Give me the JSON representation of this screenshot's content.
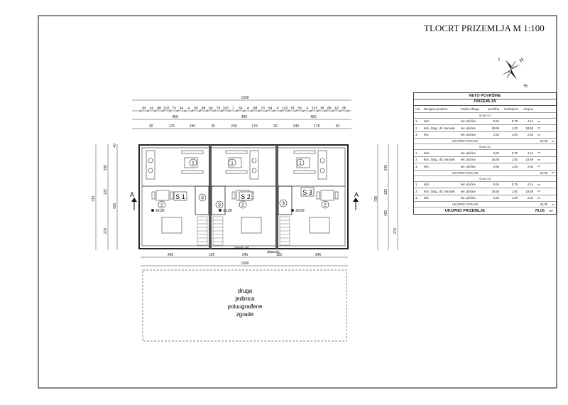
{
  "title": "TLOCRT PRIZEMLJA M 1:100",
  "north_letters": [
    "I",
    "N",
    "S"
  ],
  "dims": {
    "top_overall": "1500",
    "top_row1": [
      "95",
      "62",
      "88",
      "102",
      "70",
      "54",
      "4",
      "55",
      "88",
      "66",
      "70",
      "102",
      "1",
      "55",
      "4",
      "88",
      "70",
      "54",
      "4",
      "102",
      "78",
      "55",
      "4",
      "122",
      "78",
      "88",
      "62",
      "95"
    ],
    "top_row2": [
      "460",
      "460",
      "460"
    ],
    "top_row3": [
      "30",
      "175",
      "240",
      "20",
      "240",
      "175",
      "20",
      "240",
      "175",
      "30"
    ],
    "left": [
      "335",
      "122",
      "425",
      "270",
      "730",
      "40"
    ],
    "right": [
      "240",
      "122",
      "425",
      "270",
      "730"
    ],
    "bottom_row": [
      "345",
      "105",
      "345",
      "105",
      "345"
    ],
    "bottom_overall": "1500"
  },
  "units": [
    "S 1",
    "S 2",
    "S 3"
  ],
  "room_numbers": [
    "1",
    "2",
    "3"
  ],
  "elevation": "±0.00",
  "section_mark": "A",
  "annotations": {
    "zid": "zaostri zid",
    "dilatacija": "dilatacija"
  },
  "other_unit": [
    "druga",
    "jedinica",
    "poluugrađene",
    "zgrade"
  ],
  "table": {
    "heading1": "NETO POVRŠINE",
    "heading2": "PRIZEMLJA",
    "columns": [
      "r.br.",
      "Namjena prostora",
      "Podna obloga",
      "površina",
      "koeficijent",
      "ukupno",
      ""
    ],
    "groups": [
      {
        "name": "STAN S1",
        "rows": [
          {
            "no": "1.",
            "name": "kolo",
            "floor": "ker. pločice",
            "area": "5,52",
            "coef": "0,75",
            "total": "4,14",
            "unit": "m²"
          },
          {
            "no": "2.",
            "name": "kuh., blag., dn. boravak",
            "floor": "ker. pločice",
            "area": "18,68",
            "coef": "1,00",
            "total": "18,68",
            "unit": "m²"
          },
          {
            "no": "3.",
            "name": "WC",
            "floor": "ker. pločice",
            "area": "2,53",
            "coef": "1,00",
            "total": "2,53",
            "unit": "m²"
          }
        ],
        "sum_label": "UKUPNO STAN S1",
        "sum": "25,35",
        "sum_unit": "m²"
      },
      {
        "name": "STAN S2",
        "rows": [
          {
            "no": "1.",
            "name": "kolo",
            "floor": "ker. pločice",
            "area": "5,52",
            "coef": "0,75",
            "total": "4,14",
            "unit": "m²"
          },
          {
            "no": "2.",
            "name": "kuh., blag., dn. boravak",
            "floor": "ker. pločice",
            "area": "18,68",
            "coef": "1,00",
            "total": "18,68",
            "unit": "m²"
          },
          {
            "no": "3.",
            "name": "WC",
            "floor": "ker. pločice",
            "area": "2,56",
            "coef": "1,00",
            "total": "2,50",
            "unit": "m²"
          }
        ],
        "sum_label": "UKUPNO STAN S2",
        "sum": "25,35",
        "sum_unit": "m²"
      },
      {
        "name": "STAN S3",
        "rows": [
          {
            "no": "1.",
            "name": "kolo",
            "floor": "ker. pločice",
            "area": "5,52",
            "coef": "0,75",
            "total": "4,14",
            "unit": "m²"
          },
          {
            "no": "2.",
            "name": "kuh., blag., dn. boravak",
            "floor": "ker. pločice",
            "area": "18,68",
            "coef": "1,00",
            "total": "18,68",
            "unit": "m²"
          },
          {
            "no": "3.",
            "name": "WC",
            "floor": "ker. pločice",
            "area": "2,53",
            "coef": "1,00",
            "total": "2,53",
            "unit": "m²"
          }
        ],
        "sum_label": "UKUPNO STAN S3",
        "sum": "25,35",
        "sum_unit": "m²"
      }
    ],
    "total_label": "UKUPNO PRIZEMLJE",
    "total": "76,05",
    "total_unit": "m²"
  }
}
